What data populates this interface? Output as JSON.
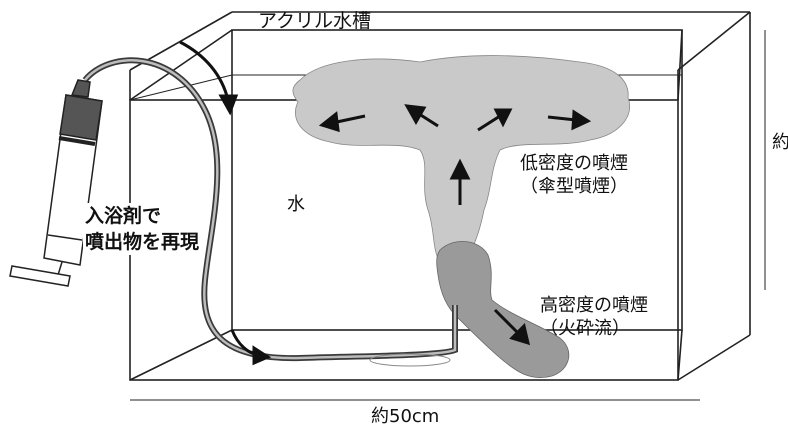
{
  "labels": {
    "tank": "アクリル水槽",
    "water": "水",
    "low_density": [
      "低密度の噴煙",
      "（傘型噴煙）"
    ],
    "high_density": [
      "高密度の噴煙",
      "（火砕流）"
    ],
    "bath_agent": [
      "入浴剤で",
      "噴出物を再現"
    ],
    "width": "約50cm",
    "height": "約"
  },
  "colors": {
    "line": "#222222",
    "low_plume": "#c9c9c9",
    "high_plume": "#9a9a9a",
    "syringe_fill": "#555555",
    "tube": "#3a3a3a"
  }
}
